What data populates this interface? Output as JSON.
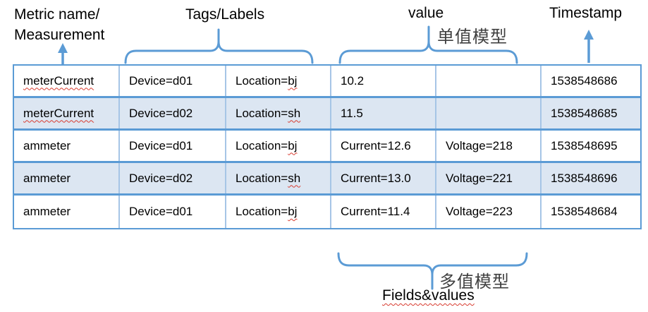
{
  "colors": {
    "accent": "#5b9bd5",
    "divider": "#a6c5e6",
    "band": "#dce6f2",
    "wavy": "#d83b2f"
  },
  "labels": {
    "metric_line1": "Metric name/",
    "metric_line2": "Measurement",
    "tags": "Tags/Labels",
    "value": "value",
    "timestamp": "Timestamp",
    "single_model": "单值模型",
    "multi_model": "多值模型",
    "fields": "Fields&values"
  },
  "table": {
    "rows": [
      [
        {
          "t": "meterCurrent",
          "w": "meterCurrent"
        },
        {
          "t": "Device=d01"
        },
        {
          "t": "Location=bj",
          "w": "bj"
        },
        {
          "t": "10.2"
        },
        {
          "t": ""
        },
        {
          "t": "1538548686"
        }
      ],
      [
        {
          "t": "meterCurrent",
          "w": "meterCurrent"
        },
        {
          "t": "Device=d02"
        },
        {
          "t": "Location=sh",
          "w": "sh"
        },
        {
          "t": "11.5"
        },
        {
          "t": ""
        },
        {
          "t": "1538548685"
        }
      ],
      [
        {
          "t": "ammeter"
        },
        {
          "t": "Device=d01"
        },
        {
          "t": "Location=bj",
          "w": "bj"
        },
        {
          "t": "Current=12.6"
        },
        {
          "t": "Voltage=218"
        },
        {
          "t": "1538548695"
        }
      ],
      [
        {
          "t": "ammeter"
        },
        {
          "t": "Device=d02"
        },
        {
          "t": "Location=sh",
          "w": "sh"
        },
        {
          "t": "Current=13.0"
        },
        {
          "t": "Voltage=221"
        },
        {
          "t": "1538548696"
        }
      ],
      [
        {
          "t": "ammeter"
        },
        {
          "t": "Device=d01"
        },
        {
          "t": "Location=bj",
          "w": "bj"
        },
        {
          "t": "Current=11.4"
        },
        {
          "t": "Voltage=223"
        },
        {
          "t": "1538548684"
        }
      ]
    ]
  }
}
